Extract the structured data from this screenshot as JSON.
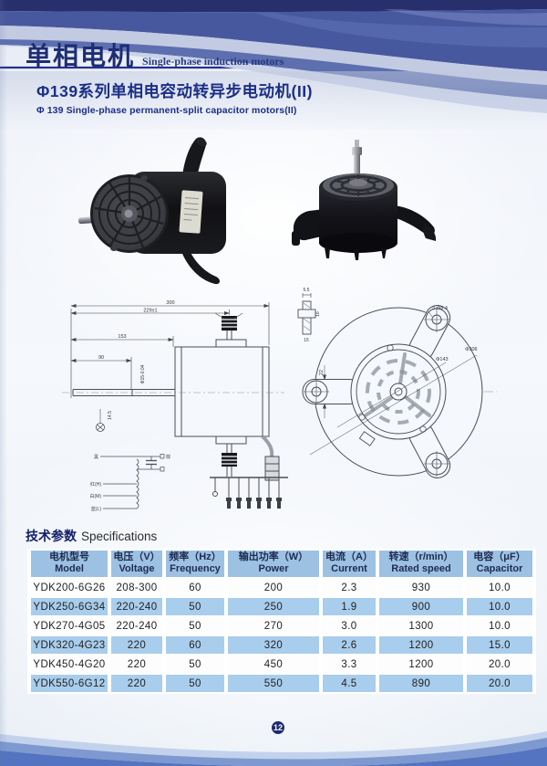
{
  "header": {
    "title_cn": "单相电机",
    "title_en": "Single-phase induction motors",
    "series_cn": "Φ139系列单相电容动转异步电动机(II)",
    "series_en": "Φ 139 Single-phase permanent-split capacitor motors(II)"
  },
  "drawing": {
    "dims": {
      "overall": "300",
      "shaft_end": "229±1",
      "body_len": "153",
      "shaft_len": "90",
      "shaft_dia": "Φ15-0.04",
      "key": "14.5",
      "profile_t": "5.5",
      "profile_w": "16",
      "profile_h": "15",
      "holes": "3-Φ8.4",
      "inner_dia": "Φ143",
      "outer_dia": "Φ306",
      "arm_w": "22"
    },
    "wiring": {
      "lead1": "黑",
      "lead2": "红(H)",
      "lead3": "白(M)",
      "lead4": "蓝(L)",
      "lead5": "棕"
    }
  },
  "specs": {
    "heading_cn": "技术参数",
    "heading_en": "Specifications",
    "columns": [
      {
        "cn": "电机型号",
        "en": "Model"
      },
      {
        "cn": "电压（V）",
        "en": "Voltage"
      },
      {
        "cn": "频率（Hz）",
        "en": "Frequency"
      },
      {
        "cn": "输出功率（W）",
        "en": "Power"
      },
      {
        "cn": "电流（A）",
        "en": "Current"
      },
      {
        "cn": "转速（r/min）",
        "en": "Rated speed"
      },
      {
        "cn": "电容（μF）",
        "en": "Capacitor"
      }
    ],
    "rows": [
      [
        "YDK200-6G26",
        "208-300",
        "60",
        "200",
        "2.3",
        "930",
        "10.0"
      ],
      [
        "YDK250-6G34",
        "220-240",
        "50",
        "250",
        "1.9",
        "900",
        "10.0"
      ],
      [
        "YDK270-4G05",
        "220-240",
        "50",
        "270",
        "3.0",
        "1300",
        "10.0"
      ],
      [
        "YDK320-4G23",
        "220",
        "60",
        "320",
        "2.6",
        "1200",
        "15.0"
      ],
      [
        "YDK450-4G20",
        "220",
        "50",
        "450",
        "3.3",
        "1200",
        "20.0"
      ],
      [
        "YDK550-6G12",
        "220",
        "50",
        "550",
        "4.5",
        "890",
        "20.0"
      ]
    ]
  },
  "page_number": "12"
}
